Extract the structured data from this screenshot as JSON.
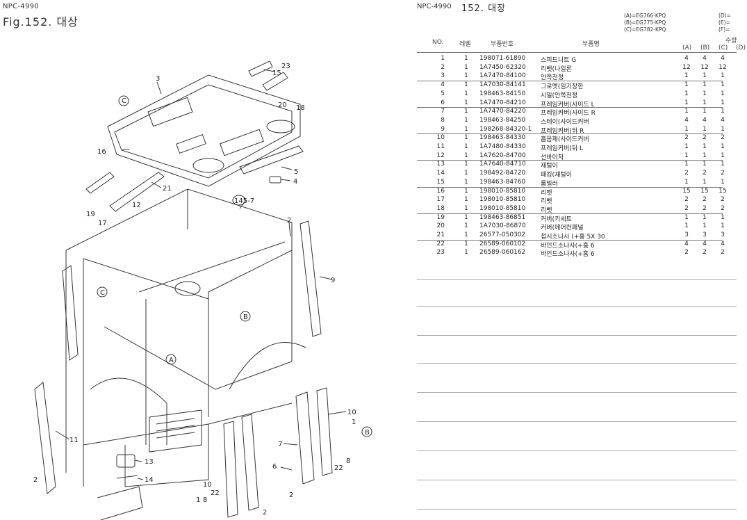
{
  "left_header": {
    "doc_code": "NPC-4990",
    "figure_title": "Fig.152.  대상"
  },
  "callouts": [
    "3",
    "23",
    "15",
    "18",
    "20",
    "C",
    "16",
    "5",
    "4",
    "21",
    "12",
    "19",
    "17",
    "145-7",
    "2",
    "9",
    "C",
    "B",
    "A",
    "10",
    "1",
    "B",
    "11",
    "7",
    "8",
    "22",
    "6",
    "13",
    "14",
    "2",
    "10",
    "8",
    "22",
    "1",
    "2",
    "2"
  ],
  "right_header": {
    "doc_code": "NPC-4990",
    "figure_title": "152.  대장"
  },
  "models": [
    "(A)=EG766-KPQ",
    "(B)=EG775-KPQ",
    "(C)=EG782-KPQ"
  ],
  "models_extra": [
    "(D)=",
    "(E)=",
    "(F)="
  ],
  "columns": {
    "no": "NO.",
    "level": "레벨",
    "part_no": "부품번호",
    "name": "부품명",
    "qty": "수량",
    "a": "(A)",
    "b": "(B)",
    "c": "(C)",
    "d": "(D)"
  },
  "parts": [
    {
      "no": "1",
      "lvl": "1",
      "pn": "198071-61890",
      "name": "스피드니트 G",
      "a": "4",
      "b": "4",
      "c": "4"
    },
    {
      "no": "2",
      "lvl": "1",
      "pn": "1A7450-62320",
      "name": "리벳(나일론",
      "a": "12",
      "b": "12",
      "c": "12"
    },
    {
      "no": "3",
      "lvl": "1",
      "pn": "1A7470-84100",
      "name": "안쪽천정",
      "a": "1",
      "b": "1",
      "c": "1"
    },
    {
      "no": "4",
      "lvl": "1",
      "pn": "1A7030-84141",
      "name": "그로멧(임기장한",
      "a": "1",
      "b": "1",
      "c": "1"
    },
    {
      "no": "5",
      "lvl": "1",
      "pn": "198463-84150",
      "name": "시일(안쪽천정",
      "a": "1",
      "b": "1",
      "c": "1"
    },
    {
      "no": "6",
      "lvl": "1",
      "pn": "1A7470-84210",
      "name": "프레임커버(사이드 L",
      "a": "1",
      "b": "1",
      "c": "1"
    },
    {
      "no": "7",
      "lvl": "1",
      "pn": "1A7470-84220",
      "name": "프레임커버(사이드 R",
      "a": "1",
      "b": "1",
      "c": "1"
    },
    {
      "no": "8",
      "lvl": "1",
      "pn": "198463-84250",
      "name": "스테이(사이드커버",
      "a": "4",
      "b": "4",
      "c": "4"
    },
    {
      "no": "9",
      "lvl": "1",
      "pn": "198268-84320-1",
      "name": "프레임커버(뒤 R",
      "a": "1",
      "b": "1",
      "c": "1"
    },
    {
      "no": "10",
      "lvl": "1",
      "pn": "198463-84330",
      "name": "흡음제(사이드커버",
      "a": "2",
      "b": "2",
      "c": "2"
    },
    {
      "no": "11",
      "lvl": "1",
      "pn": "1A7480-84330",
      "name": "프레임커버(뒤 L",
      "a": "1",
      "b": "1",
      "c": "1"
    },
    {
      "no": "12",
      "lvl": "1",
      "pn": "1A7620-84700",
      "name": "선바이저",
      "a": "1",
      "b": "1",
      "c": "1"
    },
    {
      "no": "13",
      "lvl": "1",
      "pn": "1A7640-84710",
      "name": "재털이",
      "a": "1",
      "b": "1",
      "c": "1"
    },
    {
      "no": "14",
      "lvl": "1",
      "pn": "198492-84720",
      "name": "패킹(재털이",
      "a": "2",
      "b": "2",
      "c": "2"
    },
    {
      "no": "15",
      "lvl": "1",
      "pn": "198463-84760",
      "name": "룸밀러",
      "a": "1",
      "b": "1",
      "c": "1"
    },
    {
      "no": "16",
      "lvl": "1",
      "pn": "198010-85810",
      "name": "리벳",
      "a": "15",
      "b": "15",
      "c": "15"
    },
    {
      "no": "17",
      "lvl": "1",
      "pn": "198010-85810",
      "name": "리벳",
      "a": "2",
      "b": "2",
      "c": "2"
    },
    {
      "no": "18",
      "lvl": "1",
      "pn": "198010-85810",
      "name": "리벳",
      "a": "2",
      "b": "2",
      "c": "2"
    },
    {
      "no": "19",
      "lvl": "1",
      "pn": "198463-86851",
      "name": "커버(키세트",
      "a": "1",
      "b": "1",
      "c": "1"
    },
    {
      "no": "20",
      "lvl": "1",
      "pn": "1A7030-86870",
      "name": "커버(에어컨패널",
      "a": "1",
      "b": "1",
      "c": "1"
    },
    {
      "no": "21",
      "lvl": "1",
      "pn": "26577-050302",
      "name": "접시소나사 (+홈 5X 30",
      "a": "3",
      "b": "3",
      "c": "3"
    },
    {
      "no": "22",
      "lvl": "1",
      "pn": "26589-060102",
      "name": "바인드소나사(+홈 6",
      "a": "4",
      "b": "4",
      "c": "4"
    },
    {
      "no": "23",
      "lvl": "1",
      "pn": "26589-060162",
      "name": "바인드소나사(+홈 6",
      "a": "2",
      "b": "2",
      "c": "2"
    }
  ]
}
